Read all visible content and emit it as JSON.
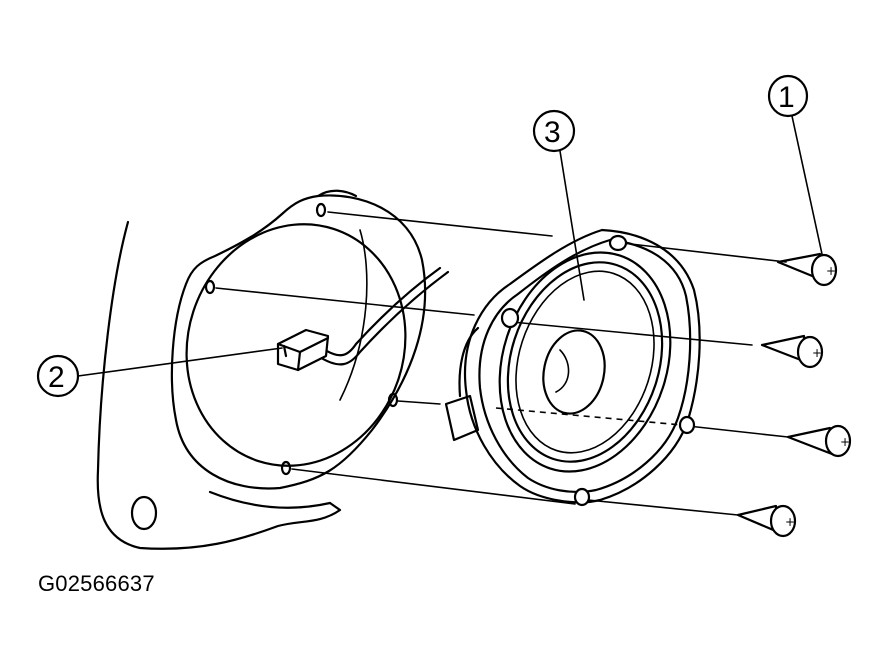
{
  "diagram": {
    "figure_id": "G02566637",
    "callouts": [
      {
        "label": "1",
        "part": "screw"
      },
      {
        "label": "2",
        "part": "connector"
      },
      {
        "label": "3",
        "part": "speaker"
      }
    ]
  }
}
